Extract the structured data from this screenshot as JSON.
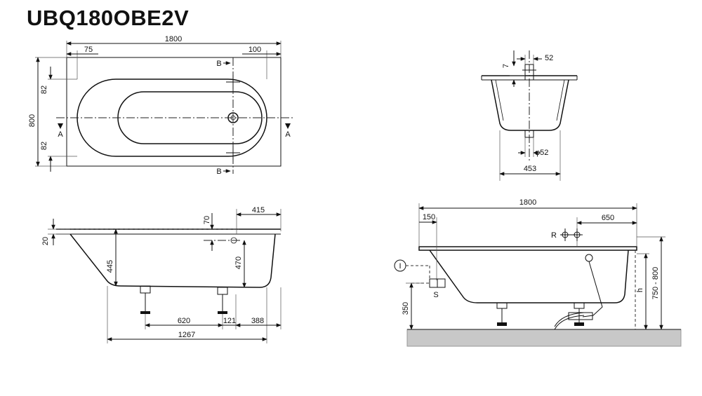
{
  "title": "UBQ180OBE2V",
  "colors": {
    "line": "#111111",
    "floor": "#c8c8c8",
    "tub_fill": "#efefef"
  },
  "top_view": {
    "overall_width": "1800",
    "left_offset": "75",
    "right_offset": "100",
    "overall_height": "800",
    "top_offset": "82",
    "bottom_offset": "82",
    "section_a": "A",
    "section_b": "B"
  },
  "section_view": {
    "top_width": "52",
    "rim": "7",
    "drain_diameter": "φ52",
    "bottom_width": "453"
  },
  "side_view": {
    "right_offset": "415",
    "overflow_offset": "70",
    "rim_thickness": "20",
    "depth": "445",
    "overflow_height": "470",
    "leg_spacing": "620",
    "leg_gap": "121",
    "leg_end": "388",
    "leg_span": "1267"
  },
  "install_view": {
    "overall_width": "1800",
    "left_offset": "150",
    "right_offset": "650",
    "marker_r": "R",
    "marker_i": "I",
    "marker_s": "S",
    "drain_height": "350",
    "height_label": "h",
    "height_range": "750 - 800"
  }
}
